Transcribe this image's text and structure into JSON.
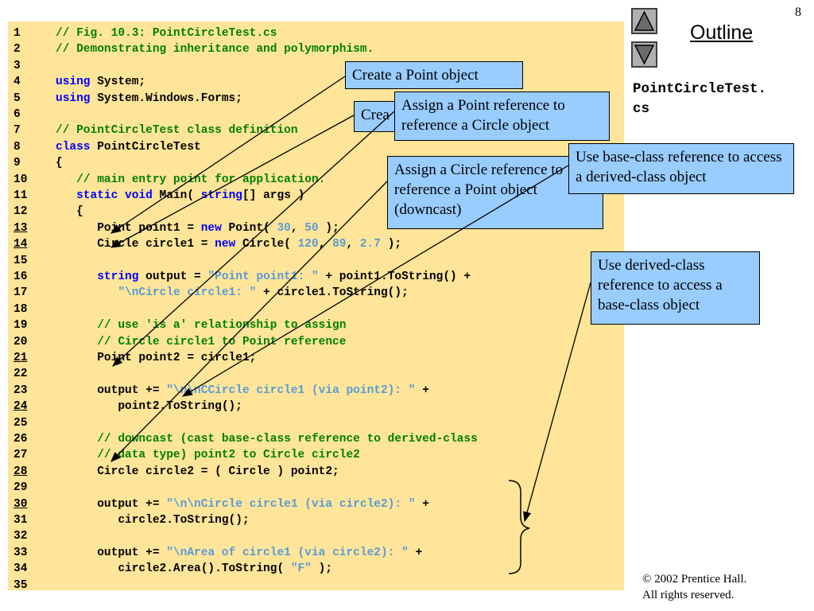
{
  "page_number": "8",
  "outline": {
    "title": "Outline",
    "file_name_line1": "PointCircleTest.",
    "file_name_line2": "cs",
    "up_icon": "up-triangle-icon",
    "down_icon": "down-triangle-icon"
  },
  "code_lines": [
    {
      "num": "1",
      "u": false,
      "parts": [
        {
          "t": "// Fig. 10.3: PointCircleTest.cs",
          "c": "c"
        }
      ]
    },
    {
      "num": "2",
      "u": false,
      "parts": [
        {
          "t": "// Demonstrating inheritance and polymorphism.",
          "c": "c"
        }
      ]
    },
    {
      "num": "3",
      "u": false,
      "parts": []
    },
    {
      "num": "4",
      "u": false,
      "parts": [
        {
          "t": "using",
          "c": "k"
        },
        {
          "t": " System;",
          "c": ""
        }
      ]
    },
    {
      "num": "5",
      "u": false,
      "parts": [
        {
          "t": "using",
          "c": "k"
        },
        {
          "t": " System.Windows.Forms;",
          "c": ""
        }
      ]
    },
    {
      "num": "6",
      "u": false,
      "parts": []
    },
    {
      "num": "7",
      "u": false,
      "parts": [
        {
          "t": "// PointCircleTest class definition",
          "c": "c"
        }
      ]
    },
    {
      "num": "8",
      "u": false,
      "parts": [
        {
          "t": "class",
          "c": "k"
        },
        {
          "t": " PointCircleTest",
          "c": ""
        }
      ]
    },
    {
      "num": "9",
      "u": false,
      "parts": [
        {
          "t": "{",
          "c": ""
        }
      ]
    },
    {
      "num": "10",
      "u": false,
      "parts": [
        {
          "t": "   // main entry point for application.",
          "c": "c"
        }
      ]
    },
    {
      "num": "11",
      "u": false,
      "parts": [
        {
          "t": "   ",
          "c": ""
        },
        {
          "t": "static",
          "c": "k"
        },
        {
          "t": " ",
          "c": ""
        },
        {
          "t": "void",
          "c": "k"
        },
        {
          "t": " Main( ",
          "c": ""
        },
        {
          "t": "string",
          "c": "k"
        },
        {
          "t": "[] args )",
          "c": ""
        }
      ]
    },
    {
      "num": "12",
      "u": false,
      "parts": [
        {
          "t": "   {",
          "c": ""
        }
      ]
    },
    {
      "num": "13",
      "u": true,
      "parts": [
        {
          "t": "      Point point1 = ",
          "c": ""
        },
        {
          "t": "new",
          "c": "k"
        },
        {
          "t": " Point( ",
          "c": ""
        },
        {
          "t": "30",
          "c": "n"
        },
        {
          "t": ", ",
          "c": ""
        },
        {
          "t": "50",
          "c": "n"
        },
        {
          "t": " );",
          "c": ""
        }
      ]
    },
    {
      "num": "14",
      "u": true,
      "parts": [
        {
          "t": "      Circle circle1 = ",
          "c": ""
        },
        {
          "t": "new",
          "c": "k"
        },
        {
          "t": " Circle( ",
          "c": ""
        },
        {
          "t": "120",
          "c": "n"
        },
        {
          "t": ", ",
          "c": ""
        },
        {
          "t": "89",
          "c": "n"
        },
        {
          "t": ", ",
          "c": ""
        },
        {
          "t": "2.7",
          "c": "n"
        },
        {
          "t": " );",
          "c": ""
        }
      ]
    },
    {
      "num": "15",
      "u": false,
      "parts": []
    },
    {
      "num": "16",
      "u": false,
      "parts": [
        {
          "t": "      ",
          "c": ""
        },
        {
          "t": "string",
          "c": "k"
        },
        {
          "t": " output = ",
          "c": ""
        },
        {
          "t": "\"Point point1: \"",
          "c": "s"
        },
        {
          "t": " + point1.ToString() +",
          "c": ""
        }
      ]
    },
    {
      "num": "17",
      "u": false,
      "parts": [
        {
          "t": "         ",
          "c": ""
        },
        {
          "t": "\"\\nCircle circle1: \"",
          "c": "s"
        },
        {
          "t": " + circle1.ToString();",
          "c": ""
        }
      ]
    },
    {
      "num": "18",
      "u": false,
      "parts": []
    },
    {
      "num": "19",
      "u": false,
      "parts": [
        {
          "t": "      // use 'is a' relationship to assign",
          "c": "c"
        }
      ]
    },
    {
      "num": "20",
      "u": false,
      "parts": [
        {
          "t": "      // Circle circle1 to Point reference",
          "c": "c"
        }
      ]
    },
    {
      "num": "21",
      "u": true,
      "parts": [
        {
          "t": "      Point point2 = circle1;",
          "c": ""
        }
      ]
    },
    {
      "num": "22",
      "u": false,
      "parts": []
    },
    {
      "num": "23",
      "u": false,
      "parts": [
        {
          "t": "      output += ",
          "c": ""
        },
        {
          "t": "\"\\n\\nCCircle circle1 (via point2): \"",
          "c": "s"
        },
        {
          "t": " +",
          "c": ""
        }
      ]
    },
    {
      "num": "24",
      "u": true,
      "parts": [
        {
          "t": "         point2.ToString();",
          "c": ""
        }
      ]
    },
    {
      "num": "25",
      "u": false,
      "parts": []
    },
    {
      "num": "26",
      "u": false,
      "parts": [
        {
          "t": "      // downcast (cast base-class reference to derived-class",
          "c": "c"
        }
      ]
    },
    {
      "num": "27",
      "u": false,
      "parts": [
        {
          "t": "      // data type) point2 to Circle circle2",
          "c": "c"
        }
      ]
    },
    {
      "num": "28",
      "u": true,
      "parts": [
        {
          "t": "      Circle circle2 = ( Circle ) point2;",
          "c": ""
        }
      ]
    },
    {
      "num": "29",
      "u": false,
      "parts": []
    },
    {
      "num": "30",
      "u": true,
      "parts": [
        {
          "t": "      output += ",
          "c": ""
        },
        {
          "t": "\"\\n\\nCircle circle1 (via circle2): \"",
          "c": "s"
        },
        {
          "t": " +",
          "c": ""
        }
      ]
    },
    {
      "num": "31",
      "u": false,
      "parts": [
        {
          "t": "         circle2.ToString();",
          "c": ""
        }
      ]
    },
    {
      "num": "32",
      "u": false,
      "parts": []
    },
    {
      "num": "33",
      "u": false,
      "parts": [
        {
          "t": "      output += ",
          "c": ""
        },
        {
          "t": "\"\\nArea of circle1 (via circle2): \"",
          "c": "s"
        },
        {
          "t": " +",
          "c": ""
        }
      ]
    },
    {
      "num": "34",
      "u": false,
      "parts": [
        {
          "t": "         circle2.Area().ToString( ",
          "c": ""
        },
        {
          "t": "\"F\"",
          "c": "s"
        },
        {
          "t": " );",
          "c": ""
        }
      ]
    },
    {
      "num": "35",
      "u": false,
      "parts": []
    }
  ],
  "callouts": {
    "create_point": "Create a Point object",
    "create_circle_partial": "Crea",
    "assign_point_ref": "Assign a Point reference to reference a Circle object",
    "assign_circle_ref": "Assign a Circle reference to reference a Point object (downcast)",
    "base_class_ref": "Use base-class reference to access a derived-class object",
    "derived_class_ref": "Use derived-class reference to access a base-class object"
  },
  "copyright": {
    "line1": "© 2002 Prentice Hall.",
    "line2": "All rights reserved."
  }
}
